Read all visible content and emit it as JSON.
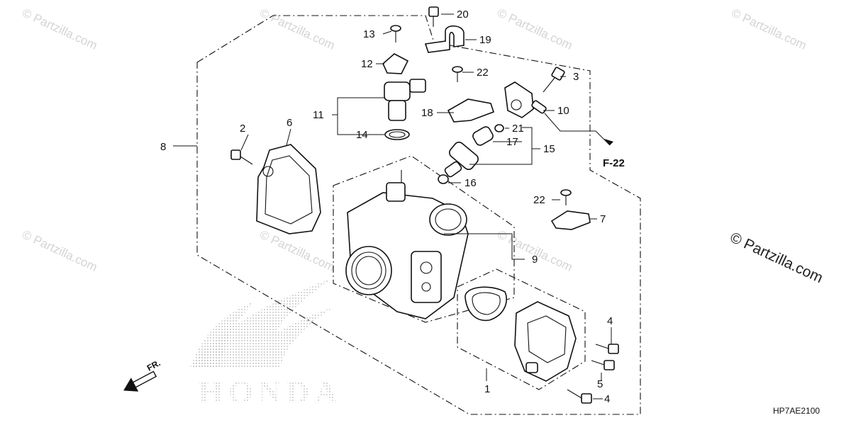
{
  "watermark": {
    "text": "© Partzilla.com",
    "text_large": "© Partzilla.com"
  },
  "diagram": {
    "code": "HP7AE2100",
    "reference": "F-22",
    "front_marker": "FR.",
    "brand_mark": "HONDA"
  },
  "callouts": {
    "c1": "1",
    "c2": "2",
    "c3": "3",
    "c4a": "4",
    "c4b": "4",
    "c5": "5",
    "c6": "6",
    "c7": "7",
    "c8": "8",
    "c9": "9",
    "c10": "10",
    "c11": "11",
    "c12": "12",
    "c13": "13",
    "c14": "14",
    "c15": "15",
    "c16": "16",
    "c17": "17",
    "c18": "18",
    "c19": "19",
    "c20": "20",
    "c21": "21",
    "c22a": "22",
    "c22b": "22"
  },
  "colors": {
    "line": "#111111",
    "watermark": "#d4d4d4",
    "logo_fill": "#bdbdbd"
  }
}
